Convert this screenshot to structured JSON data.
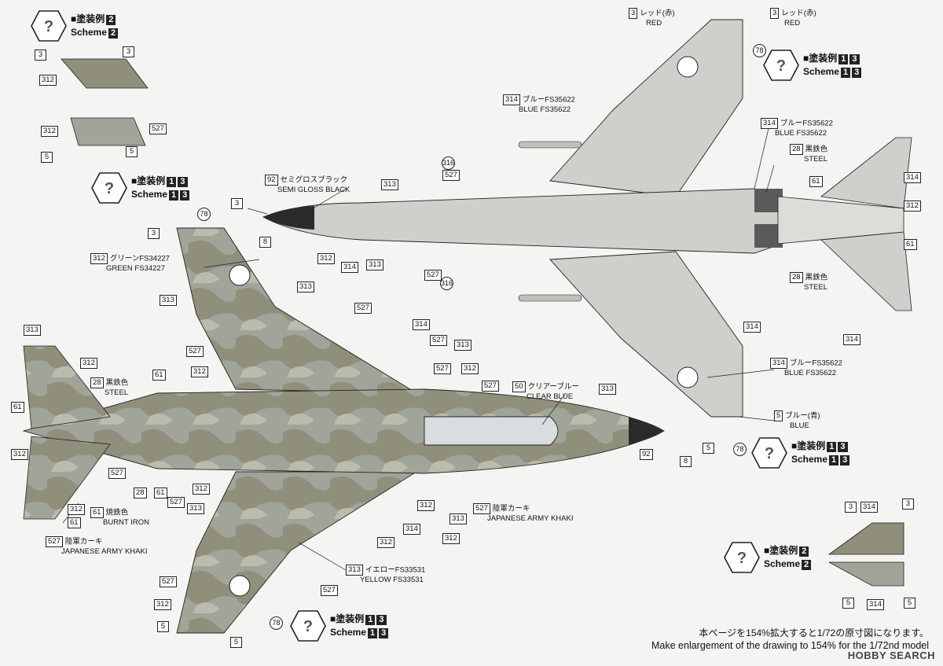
{
  "schemes": {
    "s2_top_left": {
      "prefix": "■塗装例",
      "nums": [
        "2"
      ],
      "en": "Scheme",
      "en_nums": [
        "2"
      ]
    },
    "s13_top_right": {
      "prefix": "■塗装例",
      "nums": [
        "1",
        "3"
      ],
      "en": "Scheme",
      "en_nums": [
        "1",
        "3"
      ]
    },
    "s13_mid_left": {
      "prefix": "■塗装例",
      "nums": [
        "1",
        "3"
      ],
      "en": "Scheme",
      "en_nums": [
        "1",
        "3"
      ]
    },
    "s13_mid_right": {
      "prefix": "■塗装例",
      "nums": [
        "1",
        "3"
      ],
      "en": "Scheme",
      "en_nums": [
        "1",
        "3"
      ]
    },
    "s2_bottom_right": {
      "prefix": "■塗装例",
      "nums": [
        "2"
      ],
      "en": "Scheme",
      "en_nums": [
        "2"
      ]
    },
    "s13_bottom": {
      "prefix": "■塗装例",
      "nums": [
        "1",
        "3"
      ],
      "en": "Scheme",
      "en_nums": [
        "1",
        "3"
      ]
    }
  },
  "colors": {
    "red": {
      "code": "3",
      "jp": "レッド(赤)",
      "en": "RED"
    },
    "blue": {
      "code": "5",
      "jp": "ブルー(青)",
      "en": "BLUE"
    },
    "steel": {
      "code": "28",
      "jp": "黒鉄色",
      "en": "STEEL"
    },
    "clear_blue": {
      "code": "50",
      "jp": "クリアーブルー",
      "en": "CLEAR BLUE"
    },
    "burnt_iron": {
      "code": "61",
      "jp": "焼鉄色",
      "en": "BURNT IRON"
    },
    "semi_gloss_black": {
      "code": "92",
      "jp": "セミグロスブラック",
      "en": "SEMI GLOSS BLACK"
    },
    "green": {
      "code": "312",
      "jp": "グリーンFS34227",
      "en": "GREEN FS34227"
    },
    "yellow": {
      "code": "313",
      "jp": "イエローFS33531",
      "en": "YELLOW FS33531"
    },
    "blue_fs": {
      "code": "314",
      "jp": "ブルーFS35622",
      "en": "BLUE FS35622"
    },
    "khaki": {
      "code": "527",
      "jp": "陸軍カーキ",
      "en": "JAPANESE ARMY KHAKI"
    },
    "c8": {
      "code": "8"
    },
    "c78": {
      "code": "78"
    },
    "c316": {
      "code": "316"
    }
  },
  "palette": {
    "khaki": "#8f8f7c",
    "green": "#a0a499",
    "yellow": "#bdbbad",
    "blue_fs": "#cfd0cc",
    "steel": "#5a5a5a",
    "black": "#2a2a2a"
  },
  "footer": {
    "jp": "本ページを154%拡大すると1/72の原寸図になります。",
    "en": "Make enlargement of the drawing to 154% for the 1/72nd model"
  },
  "watermark": "HOBBY SEARCH"
}
